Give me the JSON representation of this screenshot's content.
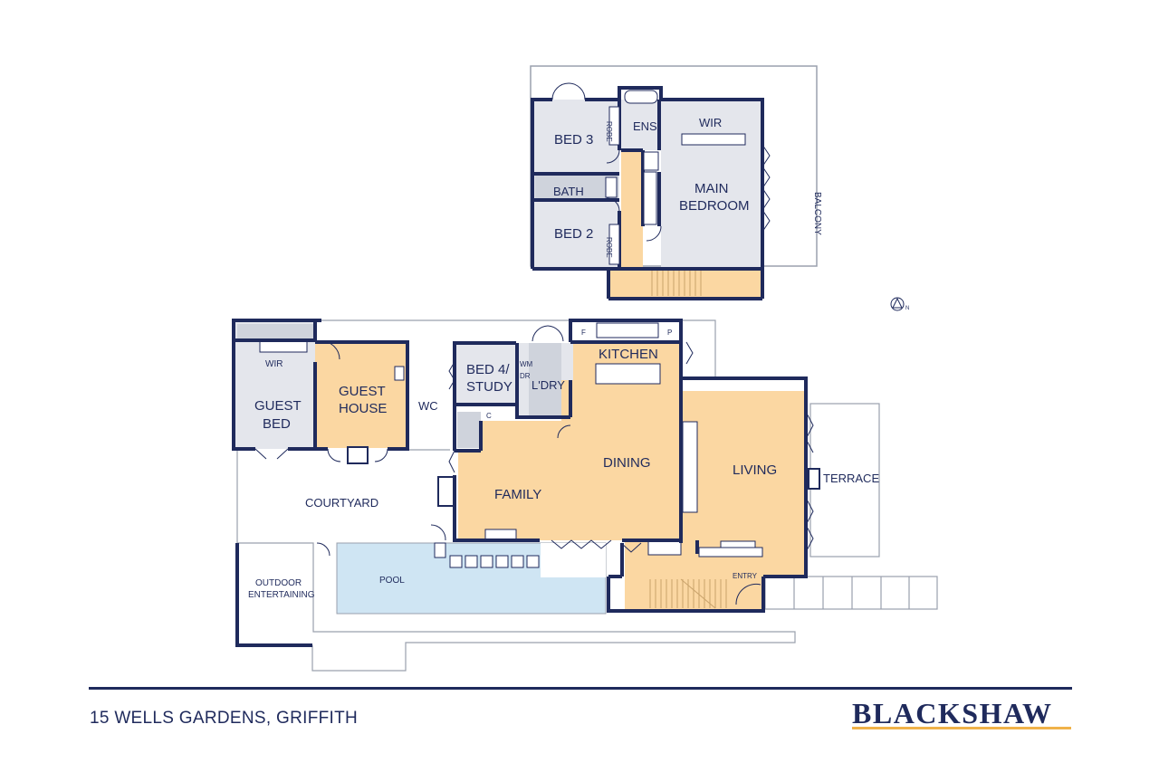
{
  "plan": {
    "upper": {
      "bed3": "BED 3",
      "bath": "BATH",
      "bed2": "BED 2",
      "robe_top": "ROBE",
      "robe_bottom": "ROBE",
      "ens": "ENS",
      "wir": "WIR",
      "main_bedroom_1": "MAIN",
      "main_bedroom_2": "BEDROOM",
      "balcony": "BALCONY"
    },
    "ground": {
      "wir": "WIR",
      "guest_bed_1": "GUEST",
      "guest_bed_2": "BED",
      "guest_house_1": "GUEST",
      "guest_house_2": "HOUSE",
      "wc": "WC",
      "bed4_1": "BED 4/",
      "bed4_2": "STUDY",
      "ldry": "L'DRY",
      "wm": "WM",
      "dr": "DR",
      "c": "C",
      "f": "F",
      "p": "P",
      "kitchen": "KITCHEN",
      "dining": "DINING",
      "family": "FAMILY",
      "living": "LIVING",
      "terrace": "TERRACE",
      "courtyard": "COURTYARD",
      "outdoor_1": "OUTDOOR",
      "outdoor_2": "ENTERTAINING",
      "pool": "POOL",
      "entry": "ENTRY"
    }
  },
  "footer": {
    "address": "15 WELLS GARDENS, GRIFFITH",
    "brand": "BLACKSHAW"
  },
  "colors": {
    "wall": "#1f2a5c",
    "room_grey": "#e4e6ec",
    "room_orange": "#fbd7a2",
    "pool": "#cfe5f3",
    "accent": "#f0b24a"
  }
}
